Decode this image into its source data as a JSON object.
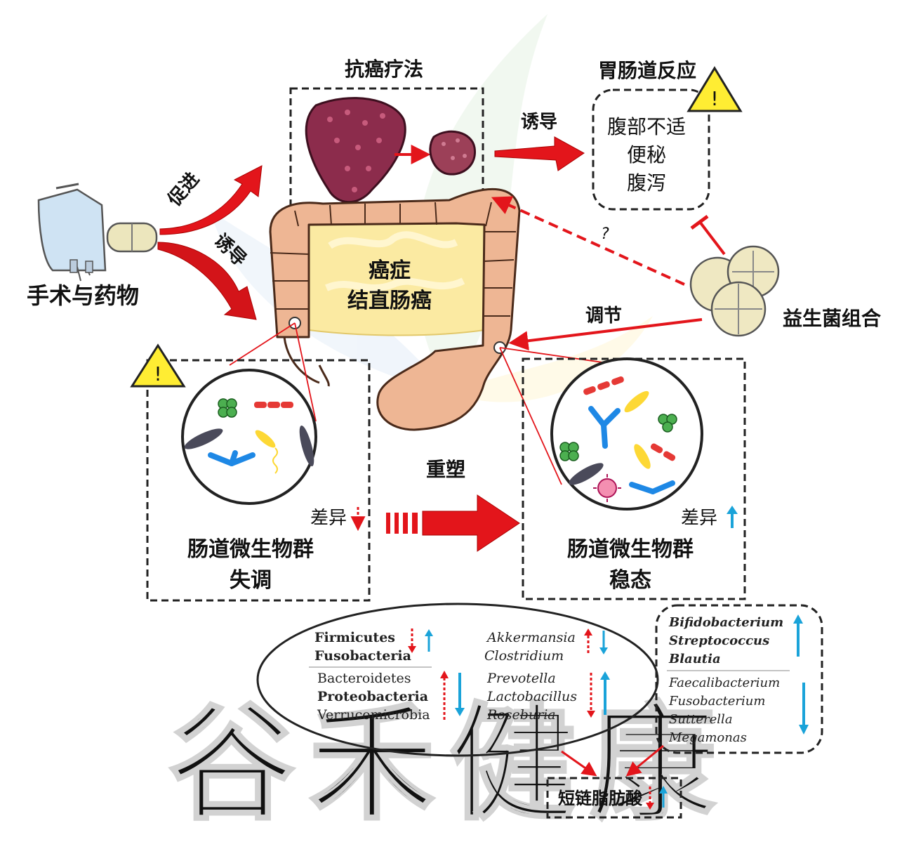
{
  "labels": {
    "anticancer_therapy": "抗癌疗法",
    "gi_reaction": "胃肠道反应",
    "gi_symptoms": [
      "腹部不适",
      "便秘",
      "腹泻"
    ],
    "induce_top": "诱导",
    "promote": "促进",
    "induce_left": "诱导",
    "surgery_drugs": "手术与药物",
    "cancer_line1": "癌症",
    "cancer_line2": "结直肠癌",
    "regulate": "调节",
    "probiotics": "益生菌组合",
    "question": "?",
    "warning": "!",
    "remodel": "重塑",
    "difference": "差异",
    "dysbiosis_line1": "肠道微生物群",
    "dysbiosis_line2": "失调",
    "homeostasis_line1": "肠道微生物群",
    "homeostasis_line2": "稳态",
    "scfa": "短链脂肪酸",
    "watermark": "谷禾健康"
  },
  "phyla_up": [
    "Firmicutes",
    "Fusobacteria"
  ],
  "phyla_down": [
    "Bacteroidetes",
    "Proteobacteria",
    "Verrucomicrobia"
  ],
  "genera_a": [
    "Akkermansia",
    "Clostridium"
  ],
  "genera_b": [
    "Prevotella",
    "Lactobacillus",
    "Roseburia"
  ],
  "right_up": [
    "Bifidobacterium",
    "Streptococcus",
    "Blautia"
  ],
  "right_down": [
    "Faecalibacterium",
    "Fusobacterium",
    "Sutterella",
    "Megamonas"
  ],
  "colors": {
    "red": "#e3151b",
    "blue": "#1aa3d9",
    "colon": "#eeb694",
    "colon_outline": "#4a2a1a",
    "warning_yellow": "#ffed33",
    "tumor": "#8c2c4c"
  }
}
